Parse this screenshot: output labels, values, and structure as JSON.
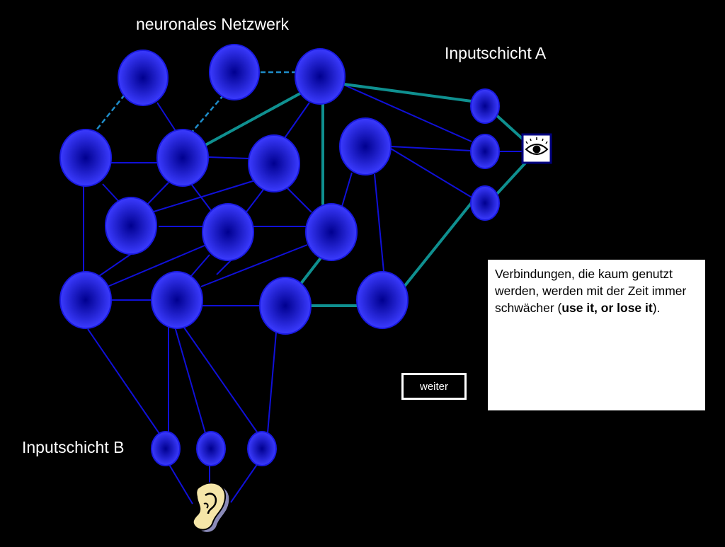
{
  "labels": {
    "title": "neuronales Netzwerk",
    "layer_a": "Inputschicht A",
    "layer_b": "Inputschicht B"
  },
  "info": {
    "text_before": "Verbindungen, die kaum genutzt werden, werden mit der Zeit immer schwächer (",
    "emphasis": "use it, or lose it",
    "text_after": ")."
  },
  "buttons": {
    "next": "weiter"
  },
  "icons": {
    "eye": "eye-icon",
    "ear": "ear-icon"
  },
  "colors": {
    "background": "#000000",
    "neuron_core": "#00008f",
    "neuron_edge": "#3b3bff",
    "connection": "#1010d8",
    "strong_connection": "#0f9090",
    "dashed_connection": "#1e8cc8"
  }
}
